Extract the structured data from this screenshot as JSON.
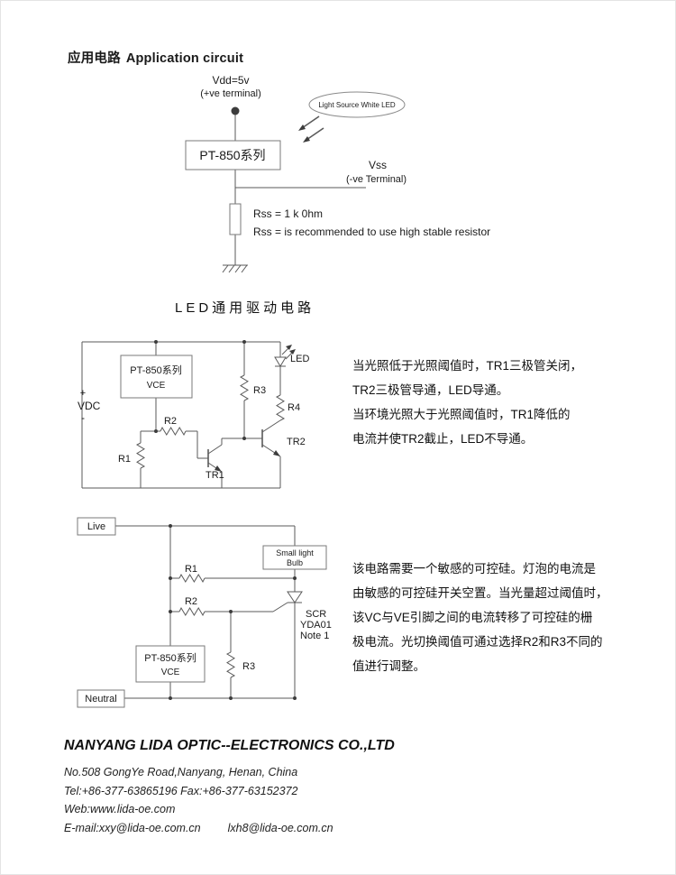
{
  "colors": {
    "text": "#1a1a1a",
    "line": "#5a5a5a"
  },
  "page": {
    "title_zh": "应用电路",
    "title_en": "Application circuit"
  },
  "circuit1": {
    "vdd_label": "Vdd=5v",
    "vdd_sub": "(+ve terminal)",
    "light_source_label": "Light Source White LED",
    "device_label": "PT-850系列",
    "vss_label": "Vss",
    "vss_sub": "(-ve Terminal)",
    "rss_value": "Rss = 1 k 0hm",
    "rss_note": "Rss = is recommended to use high stable resistor"
  },
  "section_led": {
    "heading": "LED通用驱动电路"
  },
  "circuit2": {
    "device_line1": "PT-850系列",
    "device_line2": "VCE",
    "plus": "+",
    "vdc": "VDC",
    "minus": "-",
    "r1": "R1",
    "r2": "R2",
    "r3": "R3",
    "r4": "R4",
    "tr1": "TR1",
    "tr2": "TR2",
    "led": "LED",
    "desc": [
      "当光照低于光照阈值时，TR1三极管关闭，",
      "TR2三极管导通，LED导通。",
      "当环境光照大于光照阈值时，TR1降低的",
      "电流并使TR2截止，LED不导通。"
    ]
  },
  "circuit3": {
    "live_label": "Live",
    "bulb_line1": "Small light",
    "bulb_line2": "Bulb",
    "r1": "R1",
    "r2": "R2",
    "r3": "R3",
    "scr_line1": "SCR",
    "scr_line2": "YDA01",
    "scr_line3": "Note 1",
    "device_line1": "PT-850系列",
    "device_line2": "VCE",
    "neutral_label": "Neutral",
    "desc": [
      "该电路需要一个敏感的可控硅。灯泡的电流是",
      "由敏感的可控硅开关空置。当光量超过阈值时，",
      "该VC与VE引脚之间的电流转移了可控硅的栅",
      "极电流。光切换阈值可通过选择R2和R3不同的",
      "值进行调整。"
    ]
  },
  "footer": {
    "company": "NANYANG LIDA OPTIC--ELECTRONICS CO.,LTD",
    "address": "No.508 GongYe Road,Nanyang, Henan, China",
    "tel_fax": "Tel:+86-377-63865196 Fax:+86-377-63152372",
    "web": "Web:www.lida-oe.com",
    "email1": "E-mail:xxy@lida-oe.com.cn",
    "email2": "lxh8@lida-oe.com.cn"
  }
}
